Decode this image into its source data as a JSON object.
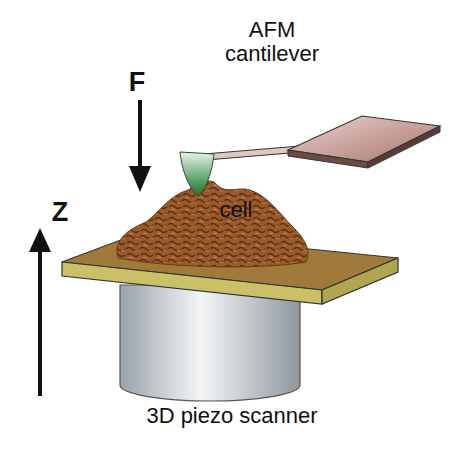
{
  "diagram": {
    "labels": [
      "AFM cantilever",
      "F",
      "cell",
      "Z",
      "3D piezo scanner"
    ]
  }
}
